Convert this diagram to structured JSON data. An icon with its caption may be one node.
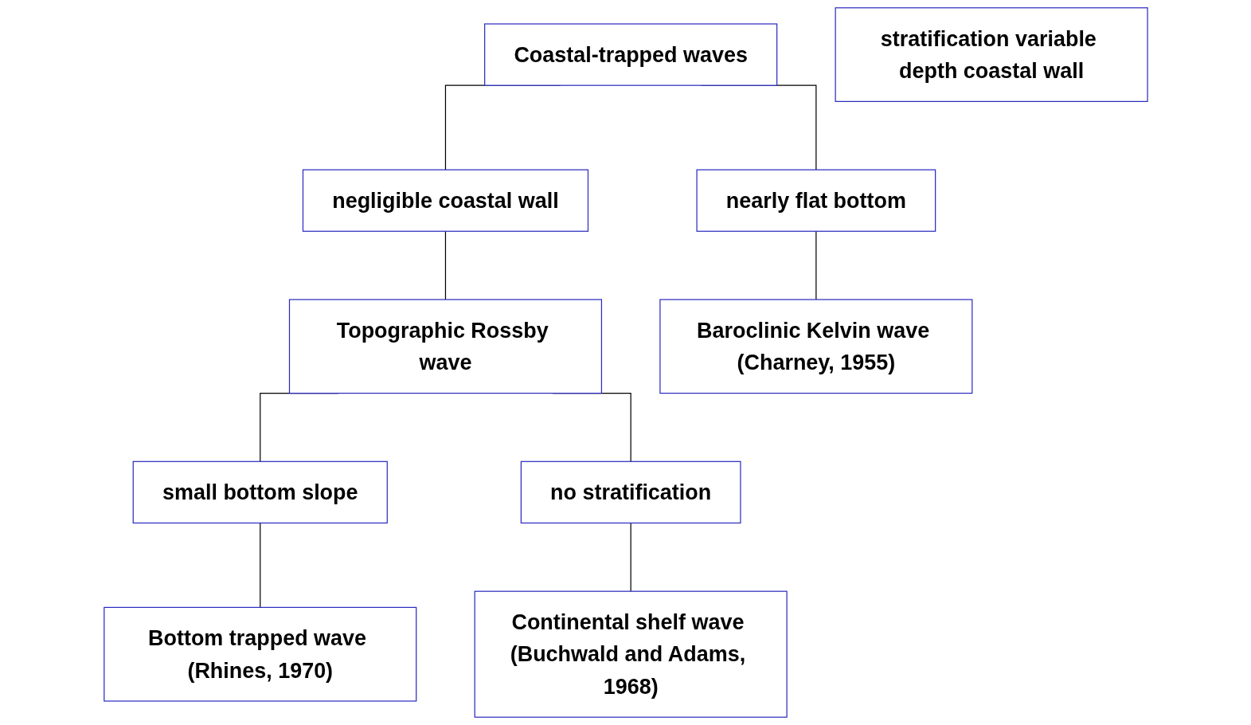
{
  "diagram": {
    "nodes": [
      {
        "text": [
          "Coastal-trapped waves"
        ]
      },
      {
        "text": [
          "stratification variable depth coastal wall"
        ]
      },
      {
        "text": [
          "negligible coastal wall"
        ]
      },
      {
        "text": [
          "nearly flat bottom"
        ]
      },
      {
        "text": [
          "Topographic Rossby wave"
        ]
      },
      {
        "text": [
          "Baroclinic Kelvin wave (Charney, 1955)"
        ]
      },
      {
        "text": [
          "small bottom slope"
        ]
      },
      {
        "text": [
          "no stratification"
        ]
      },
      {
        "text": [
          "Bottom trapped wave (Rhines, 1970)"
        ]
      },
      {
        "text": [
          "Continental shelf wave (Buchwald and Adams, 1968)"
        ]
      }
    ],
    "edges": [
      {
        "from": 0,
        "to": 2,
        "arrow": "none"
      },
      {
        "from": 0,
        "to": 3,
        "arrow": "none"
      },
      {
        "from": 2,
        "to": 4,
        "arrow": "none"
      },
      {
        "from": 3,
        "to": 5,
        "arrow": "none"
      },
      {
        "from": 4,
        "to": 6,
        "arrow": "none"
      },
      {
        "from": 4,
        "to": 7,
        "arrow": "none"
      },
      {
        "from": 6,
        "to": 8,
        "arrow": "none"
      },
      {
        "from": 7,
        "to": 9,
        "arrow": "none"
      }
    ]
  }
}
